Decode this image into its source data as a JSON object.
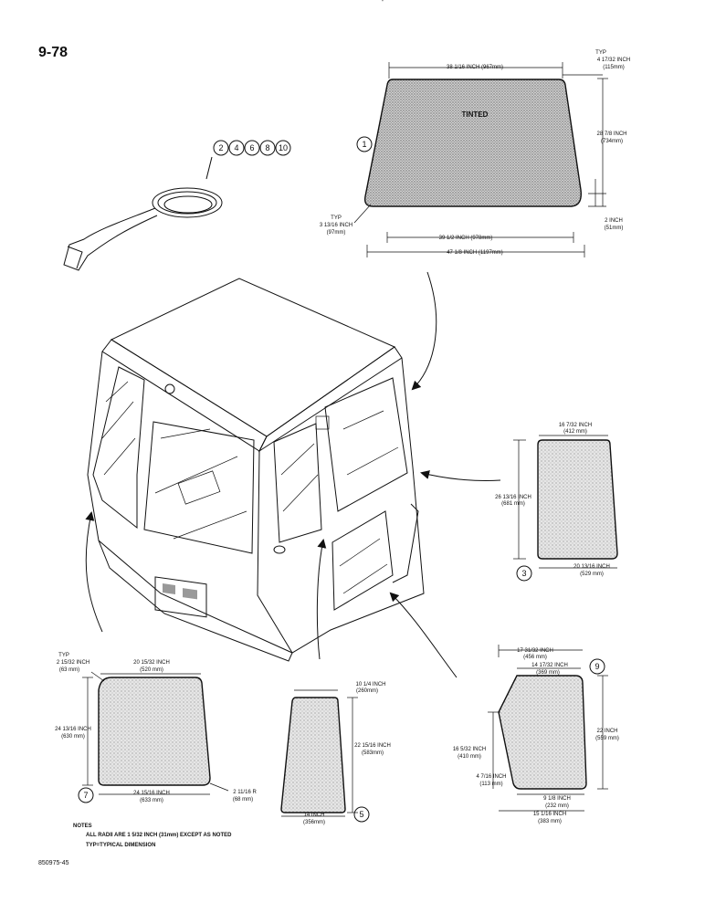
{
  "page_number": "9-78",
  "figure_number": "850975-45",
  "colors": {
    "ink": "#111111",
    "glass_fill": "#d9d9d9",
    "tinted_fill": "#bdbdbd",
    "paper": "#ffffff"
  },
  "seal_callouts": [
    "2",
    "4",
    "6",
    "8",
    "10"
  ],
  "windshield": {
    "callout": "1",
    "label": "TINTED",
    "top_width": "38 1/16 INCH (967mm)",
    "typ_label": "TYP",
    "corner_inset": "4 17/32 INCH",
    "corner_inset_mm": "(115mm)",
    "height": "28 7/8 INCH",
    "height_mm": "(734mm)",
    "bottom_corner": "2 INCH",
    "bottom_corner_mm": "(51mm)",
    "radius_typ": "TYP",
    "radius": "3 13/16 INCH",
    "radius_mm": "(97mm)",
    "bottom_inner": "39 1/2 INCH (978mm)",
    "overall_width": "47 1/8 INCH (1197mm)"
  },
  "panel_3": {
    "callout": "3",
    "top": "16 7/32 INCH",
    "top_mm": "(412 mm)",
    "height": "26 13/16 INCH",
    "height_mm": "(681 mm)",
    "bottom": "20 13/16 INCH",
    "bottom_mm": "(529 mm)"
  },
  "panel_7": {
    "callout": "7",
    "typ_label": "TYP",
    "corner": "2 15/32 INCH",
    "corner_mm": "(63 mm)",
    "top": "20 15/32 INCH",
    "top_mm": "(520 mm)",
    "height": "24 13/16 INCH",
    "height_mm": "(630 mm)",
    "bottom": "24 15/16 INCH",
    "bottom_mm": "(633 mm)",
    "radius": "2 11/16 R",
    "radius_mm": "(68 mm)"
  },
  "panel_5": {
    "callout": "5",
    "top": "10 1/4 INCH",
    "top_mm": "(260mm)",
    "height": "22 15/16 INCH",
    "height_mm": "(583mm)",
    "bottom": "14 INCH",
    "bottom_mm": "(356mm)"
  },
  "panel_9": {
    "callout": "9",
    "overall_top": "17 31/32 INCH",
    "overall_top_mm": "(456 mm)",
    "top": "14 17/32 INCH",
    "top_mm": "(369 mm)",
    "height": "22 INCH",
    "height_mm": "(559 mm)",
    "left_height": "16 5/32 INCH",
    "left_height_mm": "(410 mm)",
    "chamfer": "4 7/16 INCH",
    "chamfer_mm": "(113 mm)",
    "bottom_inner": "9 1/8 INCH",
    "bottom_inner_mm": "(232 mm)",
    "bottom": "15 1/16 INCH",
    "bottom_mm": "(383 mm)"
  },
  "notes": {
    "heading": "NOTES",
    "line1": "ALL RADII ARE 1 5/32 INCH (31mm) EXCEPT AS NOTED",
    "line2": "TYP=TYPICAL DIMENSION"
  }
}
